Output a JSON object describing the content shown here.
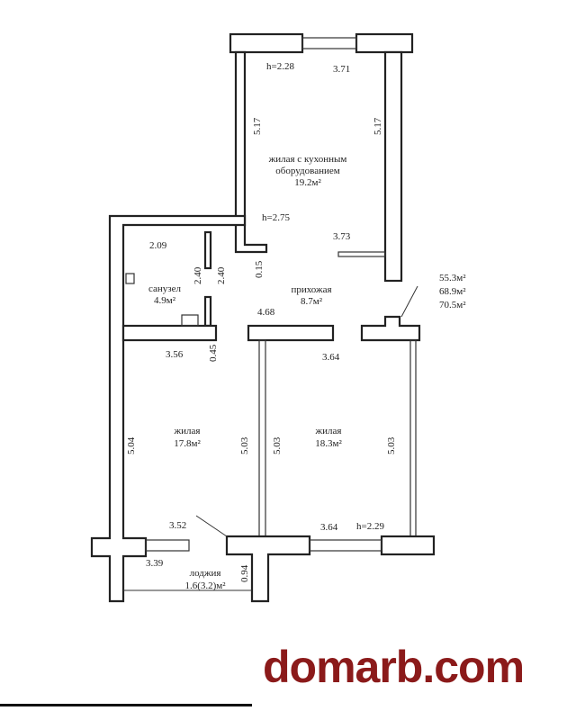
{
  "rooms": {
    "kitchen": {
      "name_line1": "жилая с кухонным",
      "name_line2": "оборудованием",
      "area": "19.2м²"
    },
    "bathroom": {
      "name": "санузел",
      "area": "4.9м²"
    },
    "hallway": {
      "name": "прихожая",
      "area": "8.7м²"
    },
    "bedroom_left": {
      "name": "жилая",
      "area": "17.8м²"
    },
    "bedroom_right": {
      "name": "жилая",
      "area": "18.3м²"
    },
    "loggia": {
      "name": "лоджия",
      "area": "1.6(3.2)м²"
    }
  },
  "totals": [
    "55.3м²",
    "68.9м²",
    "70.5м²"
  ],
  "dimensions": {
    "kitchen_height": "h=2.28",
    "kitchen_top": "3.71",
    "kitchen_left": "5.17",
    "kitchen_right": "5.17",
    "hall_height": "h=2.75",
    "kitchen_bottom": "3.73",
    "bath_top": "2.09",
    "bath_side1": "2.40",
    "bath_side2": "2.40",
    "step": "0.15",
    "hall_width": "4.68",
    "left_top": "3.56",
    "partition": "0.45",
    "right_top": "3.64",
    "left_side": "5.04",
    "left_inner": "5.03",
    "right_inner": "5.03",
    "right_side": "5.03",
    "left_bottom": "3.52",
    "right_bottom": "3.64",
    "bedroom_height": "h=2.29",
    "loggia_width": "3.39",
    "loggia_depth": "0.94"
  },
  "logo": "domarb.com"
}
